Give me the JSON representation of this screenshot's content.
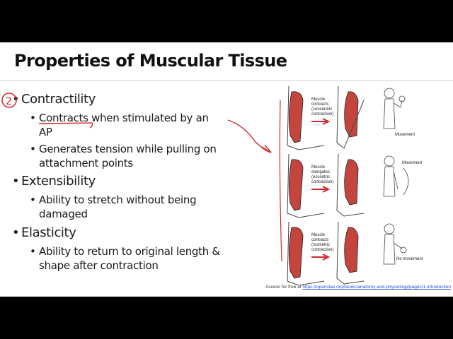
{
  "slide": {
    "title": "Properties of Muscular Tissue",
    "annotation_number": "2",
    "sections": [
      {
        "heading": "Contractility",
        "points": [
          "Contracts when stimulated by an AP",
          "Generates tension while pulling on attachment points"
        ]
      },
      {
        "heading": "Extensibility",
        "points": [
          "Ability to stretch without being damaged"
        ]
      },
      {
        "heading": "Elasticity",
        "points": [
          "Ability to return to original length & shape after contraction"
        ]
      }
    ],
    "figure": {
      "rows": [
        {
          "label_lines": [
            "Muscle",
            "contracts",
            "(concentric",
            "contraction)"
          ],
          "side_label": "Movement"
        },
        {
          "label_lines": [
            "Muscle",
            "elongates",
            "(eccentric",
            "contraction)"
          ],
          "side_label": "Movement"
        },
        {
          "label_lines": [
            "Muscle",
            "contracts",
            "(isometric",
            "contraction)"
          ],
          "side_label": "No movement"
        }
      ]
    },
    "citation": {
      "prefix": "Access for free at",
      "url": "https://openstax.org/books/anatomy-and-physiology/pages/1-introduction"
    }
  },
  "colors": {
    "muscle": "#c4453d",
    "arrow": "#d6262e",
    "annotation_ink": "#d12a2a",
    "link": "#2255cc"
  }
}
